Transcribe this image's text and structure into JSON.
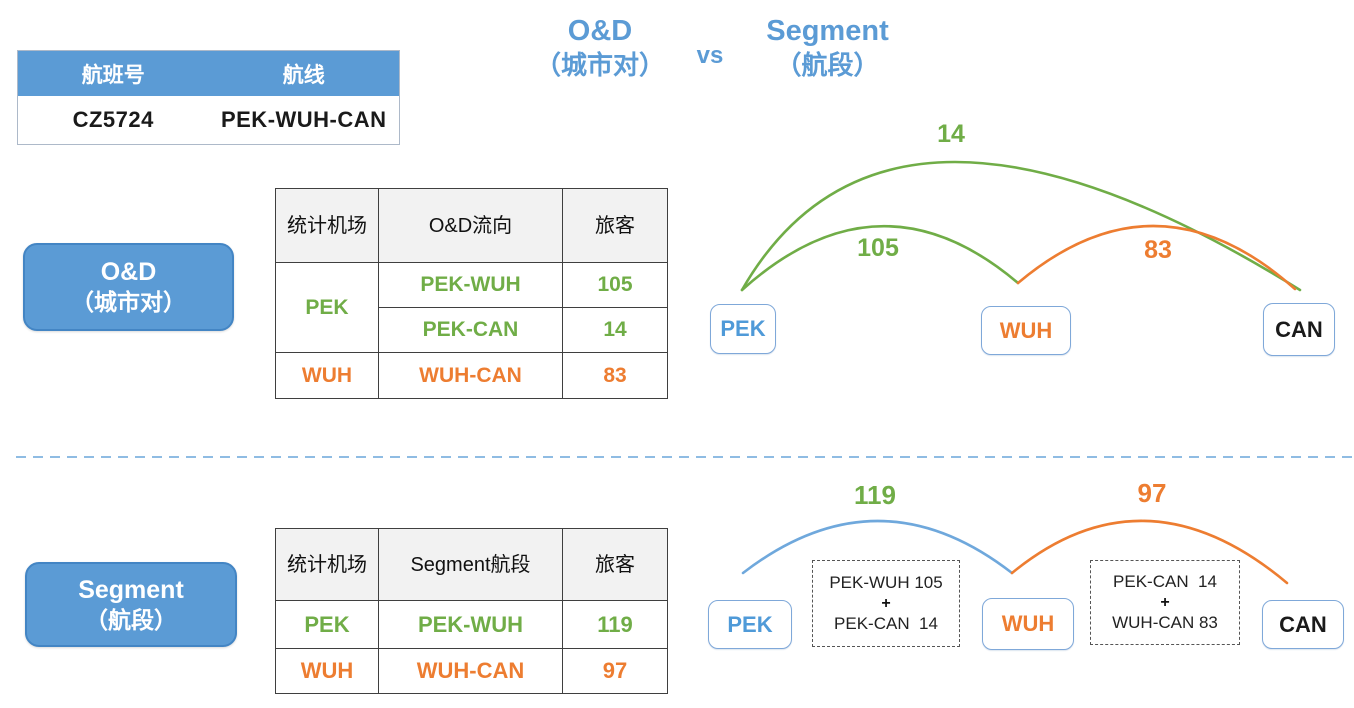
{
  "colors": {
    "blue": "#5B9BD5",
    "green": "#70AD47",
    "orange": "#ED7D31"
  },
  "title": {
    "od_line1": "O&D",
    "od_line2": "（城市对）",
    "vs": "vs",
    "seg_line1": "Segment",
    "seg_line2": "（航段）"
  },
  "flight_info": {
    "headers": [
      "航班号",
      "航线"
    ],
    "row": [
      "CZ5724",
      "PEK-WUH-CAN"
    ]
  },
  "od": {
    "button": {
      "line1": "O&D",
      "line2": "（城市对）"
    },
    "table": {
      "headers": [
        "统计机场",
        "O&D流向",
        "旅客"
      ],
      "rows": [
        {
          "airport": "PEK",
          "flow": "PEK-WUH",
          "pax": "105"
        },
        {
          "flow": "PEK-CAN",
          "pax": "14"
        },
        {
          "airport": "WUH",
          "flow": "WUH-CAN",
          "pax": "83"
        }
      ]
    },
    "diagram": {
      "nodes": [
        "PEK",
        "WUH",
        "CAN"
      ],
      "labels": {
        "pek_wuh": "105",
        "pek_can": "14",
        "wuh_can": "83"
      }
    }
  },
  "segment": {
    "button": {
      "line1": "Segment",
      "line2": "（航段）"
    },
    "table": {
      "headers": [
        "统计机场",
        "Segment航段",
        "旅客"
      ],
      "rows": [
        {
          "airport": "PEK",
          "flow": "PEK-WUH",
          "pax": "119"
        },
        {
          "airport": "WUH",
          "flow": "WUH-CAN",
          "pax": "97"
        }
      ]
    },
    "diagram": {
      "nodes": [
        "PEK",
        "WUH",
        "CAN"
      ],
      "labels": {
        "pek_wuh": "119",
        "wuh_can": "97"
      },
      "sum_boxes": [
        {
          "line1": "PEK-WUH 105",
          "operator": "+",
          "line2": "PEK-CAN  14"
        },
        {
          "line1": "PEK-CAN  14",
          "operator": "+",
          "line2": "WUH-CAN 83"
        }
      ]
    }
  }
}
